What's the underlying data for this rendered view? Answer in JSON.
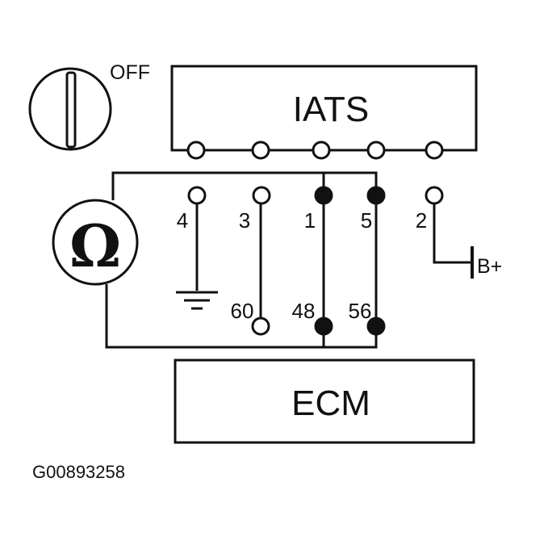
{
  "switch_label": "OFF",
  "modules": {
    "sensor": "IATS",
    "controller": "ECM"
  },
  "meter_symbol": "Ω",
  "battery_label": "B+",
  "sensor_pins": [
    "4",
    "3",
    "1",
    "5",
    "2"
  ],
  "ecm_pins": [
    "60",
    "48",
    "56"
  ],
  "figure_id": "G00893258"
}
